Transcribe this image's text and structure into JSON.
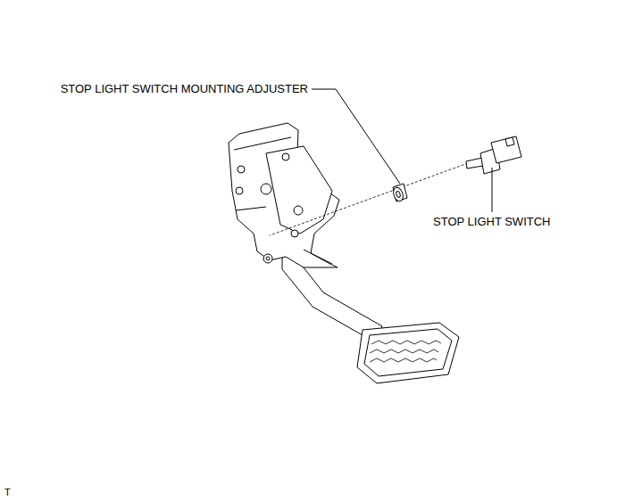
{
  "diagram": {
    "labels": [
      "STOP LIGHT SWITCH MOUNTING ADJUSTER",
      "STOP LIGHT SWITCH",
      "T"
    ]
  }
}
